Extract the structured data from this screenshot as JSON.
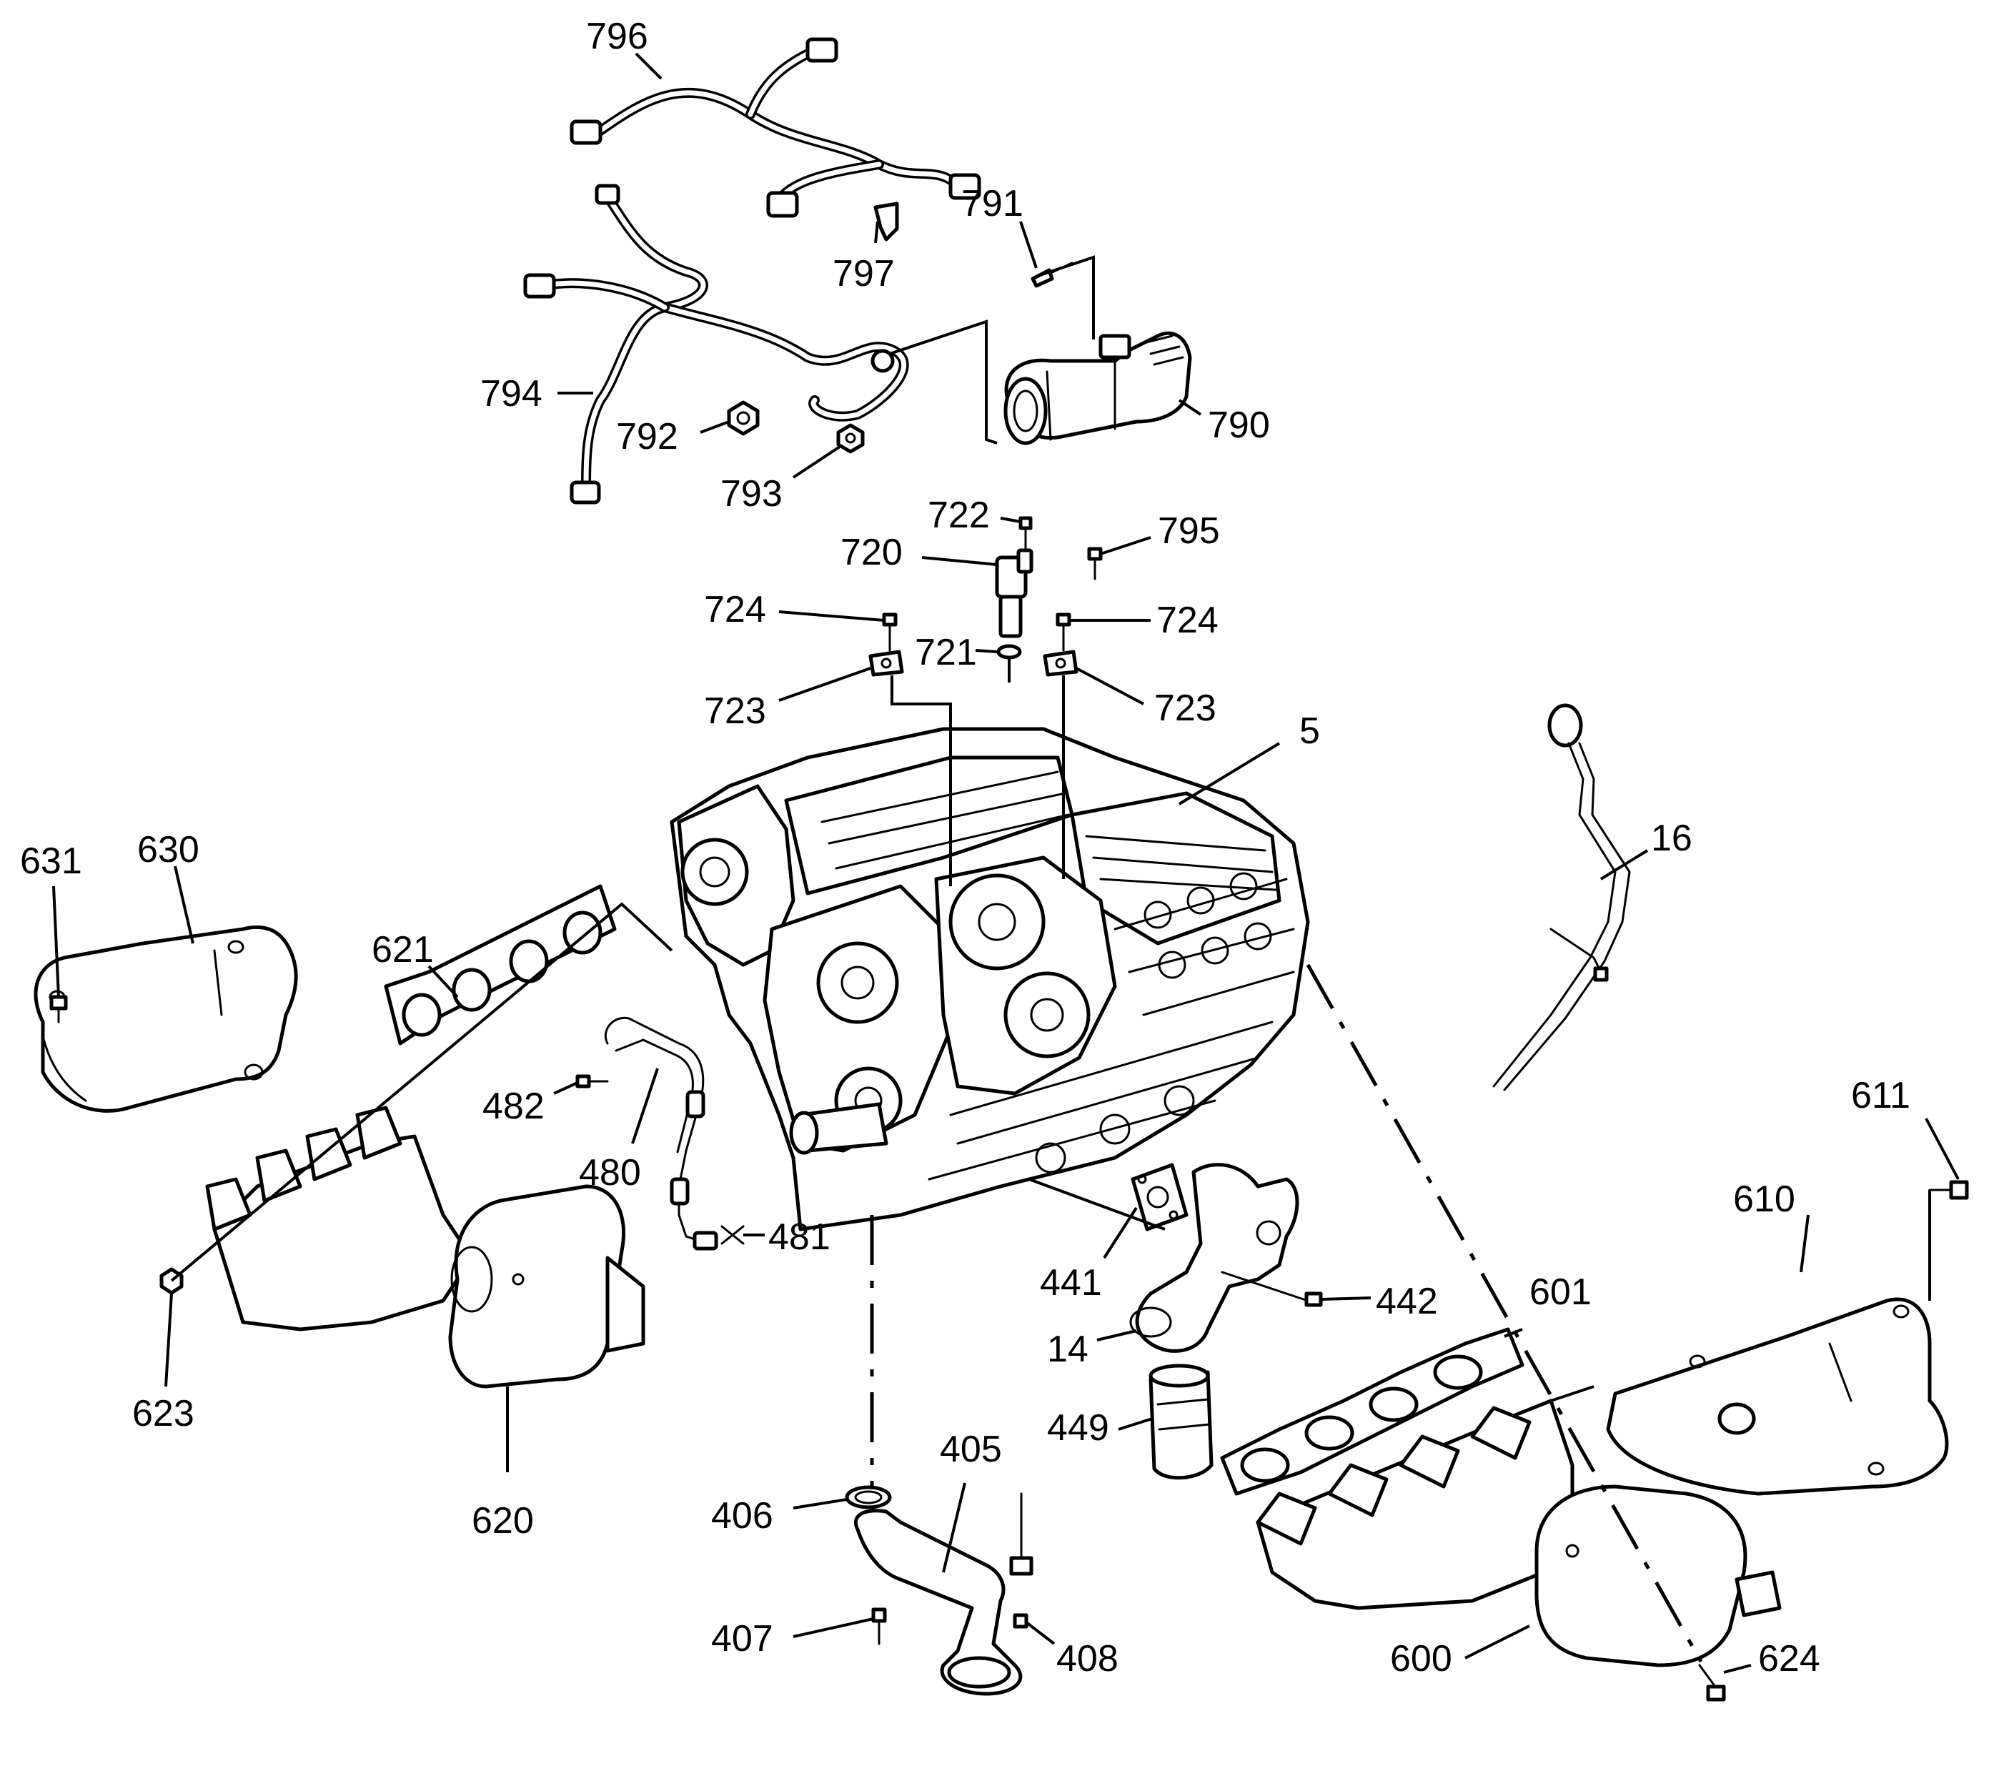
{
  "labels": {
    "p796": "796",
    "p797": "797",
    "p791": "791",
    "p790": "790",
    "p794": "794",
    "p792": "792",
    "p793": "793",
    "p722": "722",
    "p720": "720",
    "p795": "795",
    "p724a": "724",
    "p724b": "724",
    "p721": "721",
    "p723a": "723",
    "p723b": "723",
    "p5": "5",
    "p16": "16",
    "p631": "631",
    "p630": "630",
    "p621": "621",
    "p482": "482",
    "p480": "480",
    "p481": "481",
    "p611": "611",
    "p610": "610",
    "p441": "441",
    "p442": "442",
    "p601": "601",
    "p14": "14",
    "p449": "449",
    "p623": "623",
    "p620": "620",
    "p405": "405",
    "p406": "406",
    "p407": "407",
    "p408": "408",
    "p600": "600",
    "p624": "624"
  }
}
